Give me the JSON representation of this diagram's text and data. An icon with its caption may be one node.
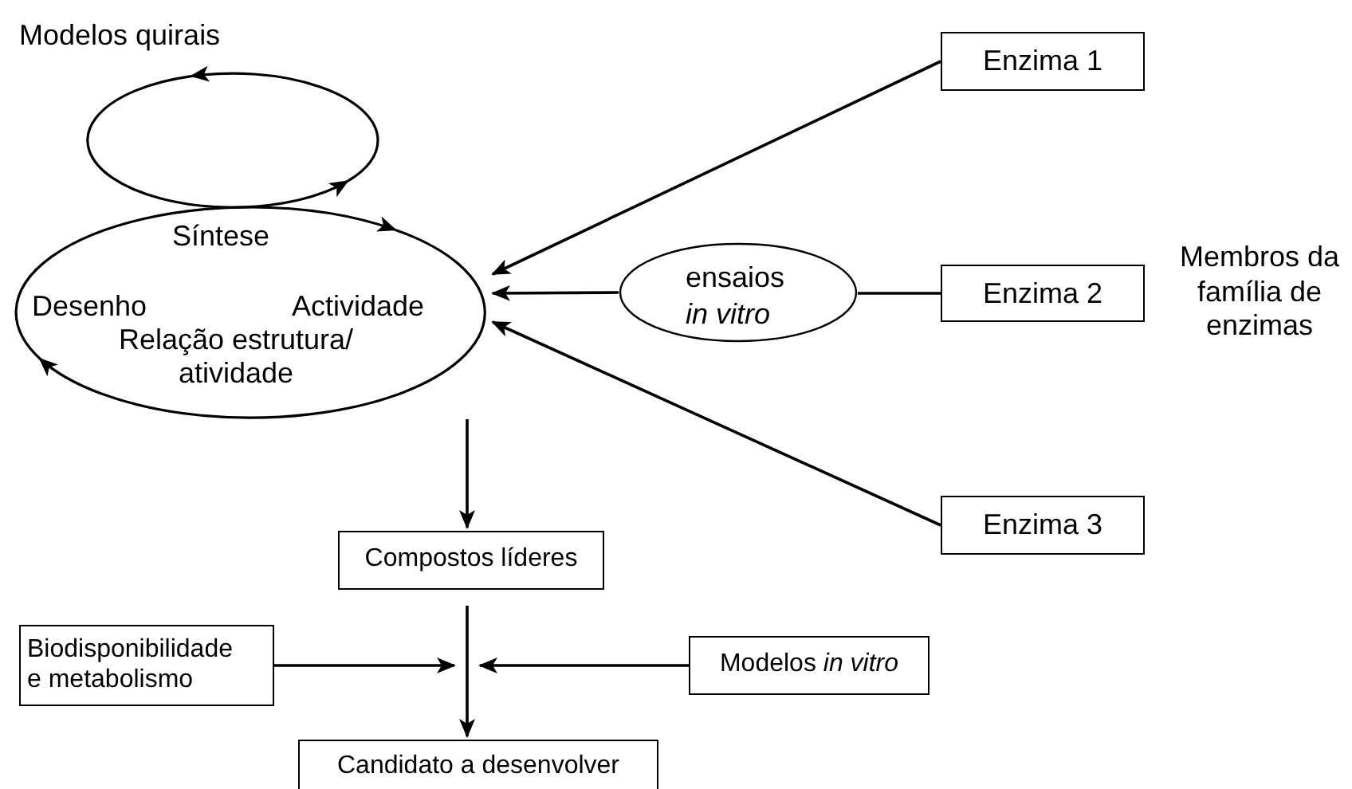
{
  "diagram": {
    "nodes": [
      {
        "text": [
          "Modelos quirais"
        ]
      },
      {
        "text": [
          "Síntese",
          "Desenho",
          "Actividade",
          "Relação estrutura/ atividade"
        ]
      },
      {
        "text": [
          "Enzima 1"
        ]
      },
      {
        "text": [
          "ensaios *in vitro*"
        ]
      },
      {
        "text": [
          "Enzima 2"
        ],
        "beside": [
          "Membros da família de enzimas"
        ]
      },
      {
        "text": [
          "Enzima 3"
        ]
      },
      {
        "text": [
          "Compostos líderes"
        ]
      },
      {
        "text": [
          "Biodisponibilidade e metabolismo"
        ]
      },
      {
        "text": [
          "Modelos *in vitro*"
        ]
      },
      {
        "text": [
          "Candidato a desenvolver"
        ]
      }
    ],
    "edges": [
      {
        "from": 2,
        "to": 1,
        "arrow": "to"
      },
      {
        "from": 4,
        "to": 3,
        "arrow": "none"
      },
      {
        "from": 3,
        "to": 1,
        "arrow": "to"
      },
      {
        "from": 5,
        "to": 1,
        "arrow": "to"
      },
      {
        "from": 1,
        "to": 6,
        "arrow": "to"
      },
      {
        "from": 6,
        "to": 9,
        "arrow": "to"
      },
      {
        "from": 7,
        "to": 9,
        "arrow": "to"
      },
      {
        "from": 8,
        "to": 9,
        "arrow": "to"
      }
    ]
  }
}
